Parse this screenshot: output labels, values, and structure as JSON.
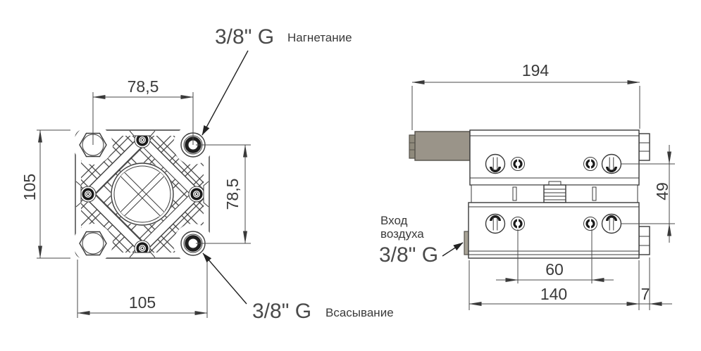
{
  "front": {
    "dim_top": "78,5",
    "dim_right": "78,5",
    "dim_left": "105",
    "dim_bottom": "105",
    "discharge_thread": "3/8\" G",
    "discharge_name": "Нагнетание",
    "suction_thread": "3/8\" G",
    "suction_name": "Всасывание"
  },
  "side": {
    "dim_length": "194",
    "dim_height": "49",
    "dim_spacing": "60",
    "dim_body": "140",
    "dim_plug": "7",
    "inlet_line1": "Вход",
    "inlet_line2": "воздуха",
    "inlet_thread": "3/8\" G"
  },
  "colors": {
    "line": "#3a3a3a",
    "muffler": "#9a9489"
  }
}
